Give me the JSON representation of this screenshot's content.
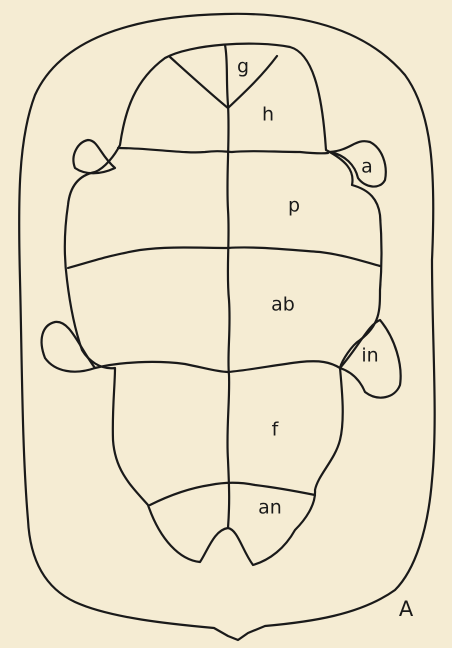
{
  "background_color": "#f5ecd3",
  "line_color": "#1a1a1a",
  "scute_labels": {
    "gular": "g",
    "humeral": "h",
    "axillary": "a",
    "pectoral": "p",
    "abdominal": "ab",
    "inguinal": "in",
    "femoral": "f",
    "anal": "an"
  },
  "panel_letter": "A"
}
